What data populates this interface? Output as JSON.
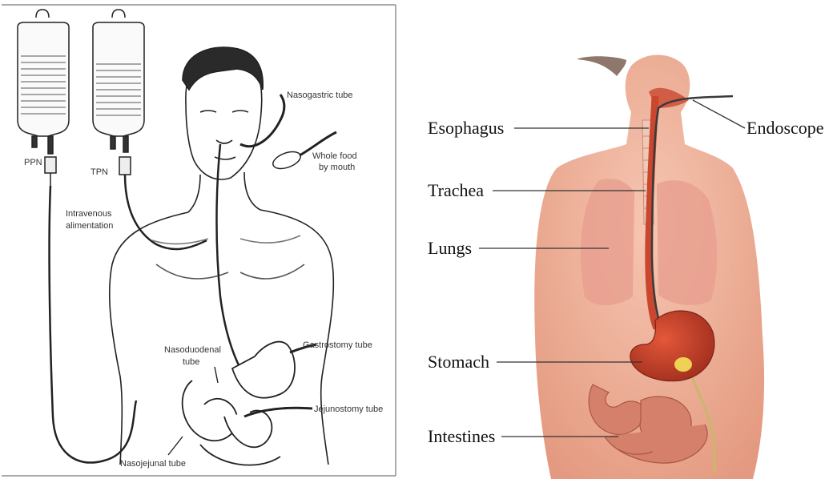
{
  "left_figure": {
    "labels": {
      "ppn": "PPN",
      "tpn": "TPN",
      "nasogastric": "Nasogastric tube",
      "whole_food_1": "Whole food",
      "whole_food_2": "by mouth",
      "iv_1": "Intravenous",
      "iv_2": "alimentation",
      "nasoduodenal_1": "Nasoduodenal",
      "nasoduodenal_2": "tube",
      "gastrostomy": "Gastrostomy tube",
      "jejunostomy": "Jejunostomy tube",
      "nasojejunal": "Nasojejunal tube"
    }
  },
  "right_figure": {
    "labels": {
      "esophagus": "Esophagus",
      "endoscope": "Endoscope",
      "trachea": "Trachea",
      "lungs": "Lungs",
      "stomach": "Stomach",
      "intestines": "Intestines"
    },
    "colors": {
      "skin": "#f2b9a2",
      "skin_shadow": "#e39b82",
      "lungs": "#e9a08f",
      "stomach": "#c9472f",
      "intestines": "#d4806b",
      "hair": "#6b4a3a",
      "endoscope_light": "#f3e25a"
    }
  }
}
